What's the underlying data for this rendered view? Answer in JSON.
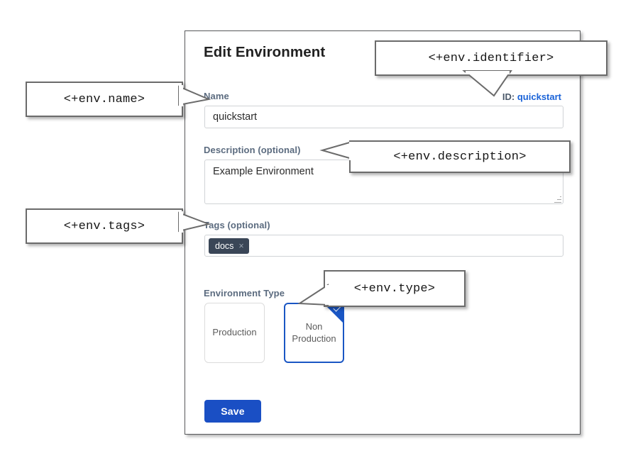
{
  "dialog": {
    "title": "Edit Environment",
    "id_prefix": "ID:",
    "id_value": "quickstart",
    "fields": {
      "name": {
        "label": "Name",
        "value": "quickstart",
        "placeholder": ""
      },
      "description": {
        "label": "Description (optional)",
        "value": "Example Environment",
        "placeholder": ""
      },
      "tags": {
        "label": "Tags (optional)",
        "chips": [
          {
            "label": "docs",
            "remove_icon": "×"
          }
        ],
        "placeholder": ""
      },
      "environment_type": {
        "label": "Environment Type",
        "options": [
          {
            "label": "Production",
            "selected": false
          },
          {
            "label": "Non Production",
            "selected": true
          }
        ]
      }
    },
    "save_label": "Save"
  },
  "annotations": [
    {
      "key": "name",
      "text": "<+env.name>"
    },
    {
      "key": "identifier",
      "text": "<+env.identifier>"
    },
    {
      "key": "description",
      "text": "<+env.description>"
    },
    {
      "key": "tags",
      "text": "<+env.tags>"
    },
    {
      "key": "type",
      "text": "<+env.type>"
    }
  ],
  "colors": {
    "accent_blue": "#1a56c4",
    "link_blue": "#1a63d8",
    "label_slate": "#5b6b7f",
    "chip_dark": "#3a4657",
    "panel_border": "#58595b",
    "callout_border": "#6b6b6b"
  }
}
